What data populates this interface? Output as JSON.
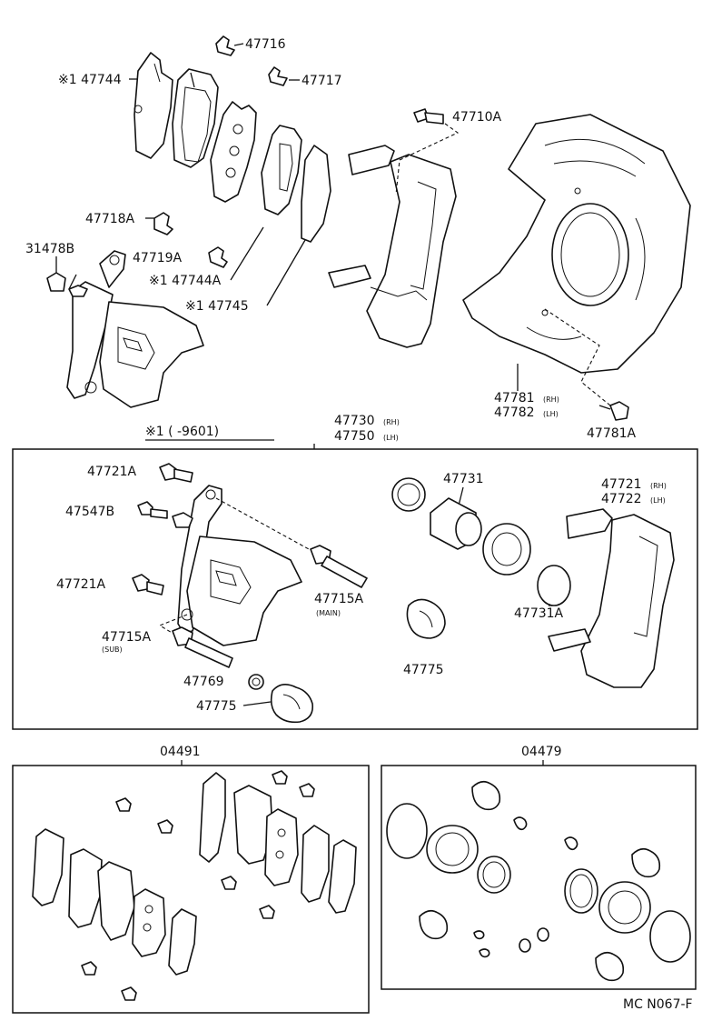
{
  "top_labels": {
    "p47716": "47716",
    "p47717": "47717",
    "p47744": "※1 47744",
    "p47710A": "47710A",
    "p47718A": "47718A",
    "p47719A": "47719A",
    "p47744A": "※1 47744A",
    "p47745": "※1 47745",
    "p31478B": "31478B",
    "p47781": "47781",
    "p47781_rh": "(RH)",
    "p47782": "47782",
    "p47782_lh": "(LH)",
    "p47781A": "47781A"
  },
  "assembly": {
    "note": "※1 (      -9601)",
    "p47730": "47730",
    "p47730_rh": "(RH)",
    "p47750": "47750",
    "p47750_lh": "(LH)"
  },
  "mid_labels": {
    "p47721A_a": "47721A",
    "p47547B": "47547B",
    "p47721A_b": "47721A",
    "p47715A_sub": "47715A",
    "sub": "(SUB)",
    "p47769": "47769",
    "p47775_a": "47775",
    "p47715A_main": "47715A",
    "main": "(MAIN)",
    "p47731": "47731",
    "p47775_b": "47775",
    "p47731A": "47731A",
    "p47721": "47721",
    "p47721_rh": "(RH)",
    "p47722": "47722",
    "p47722_lh": "(LH)"
  },
  "kits": {
    "p04491": "04491",
    "p04479": "04479"
  },
  "footer": {
    "code": "MC N067-F"
  }
}
